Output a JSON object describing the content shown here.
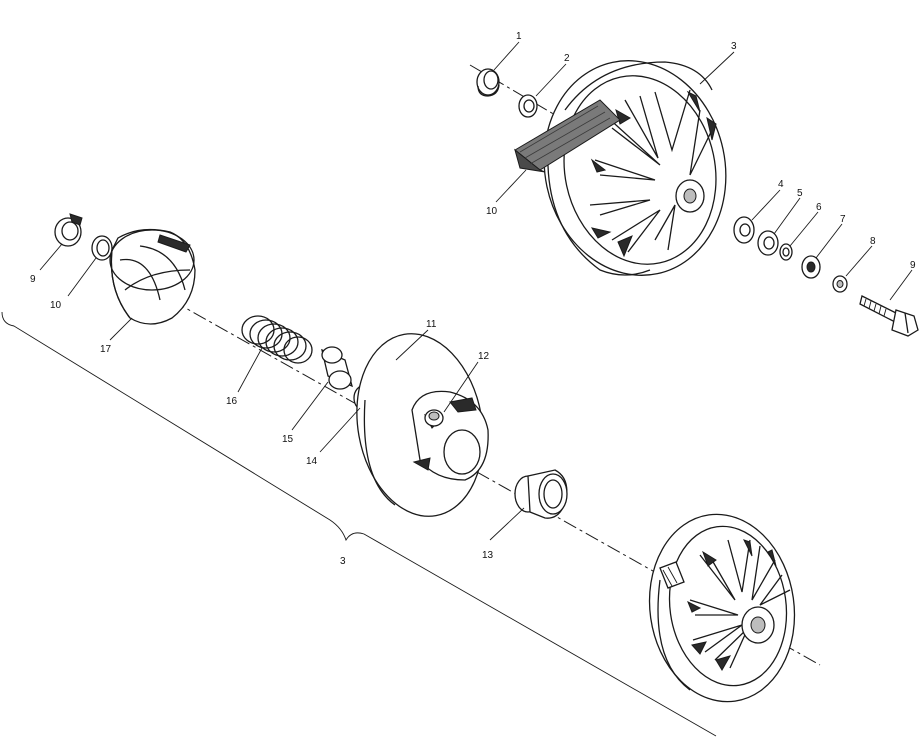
{
  "callouts": {
    "c1": "1",
    "c2": "2",
    "c3": "3",
    "c4a": "4",
    "c5": "5",
    "c6": "6",
    "c7": "7",
    "c8": "8",
    "c9a": "9",
    "c10a": "10",
    "c9b": "9",
    "c10b": "10",
    "c17": "17",
    "c16": "16",
    "c11": "11",
    "c12": "12",
    "c15": "15",
    "c14": "14",
    "c13": "13",
    "c3b": "3"
  }
}
